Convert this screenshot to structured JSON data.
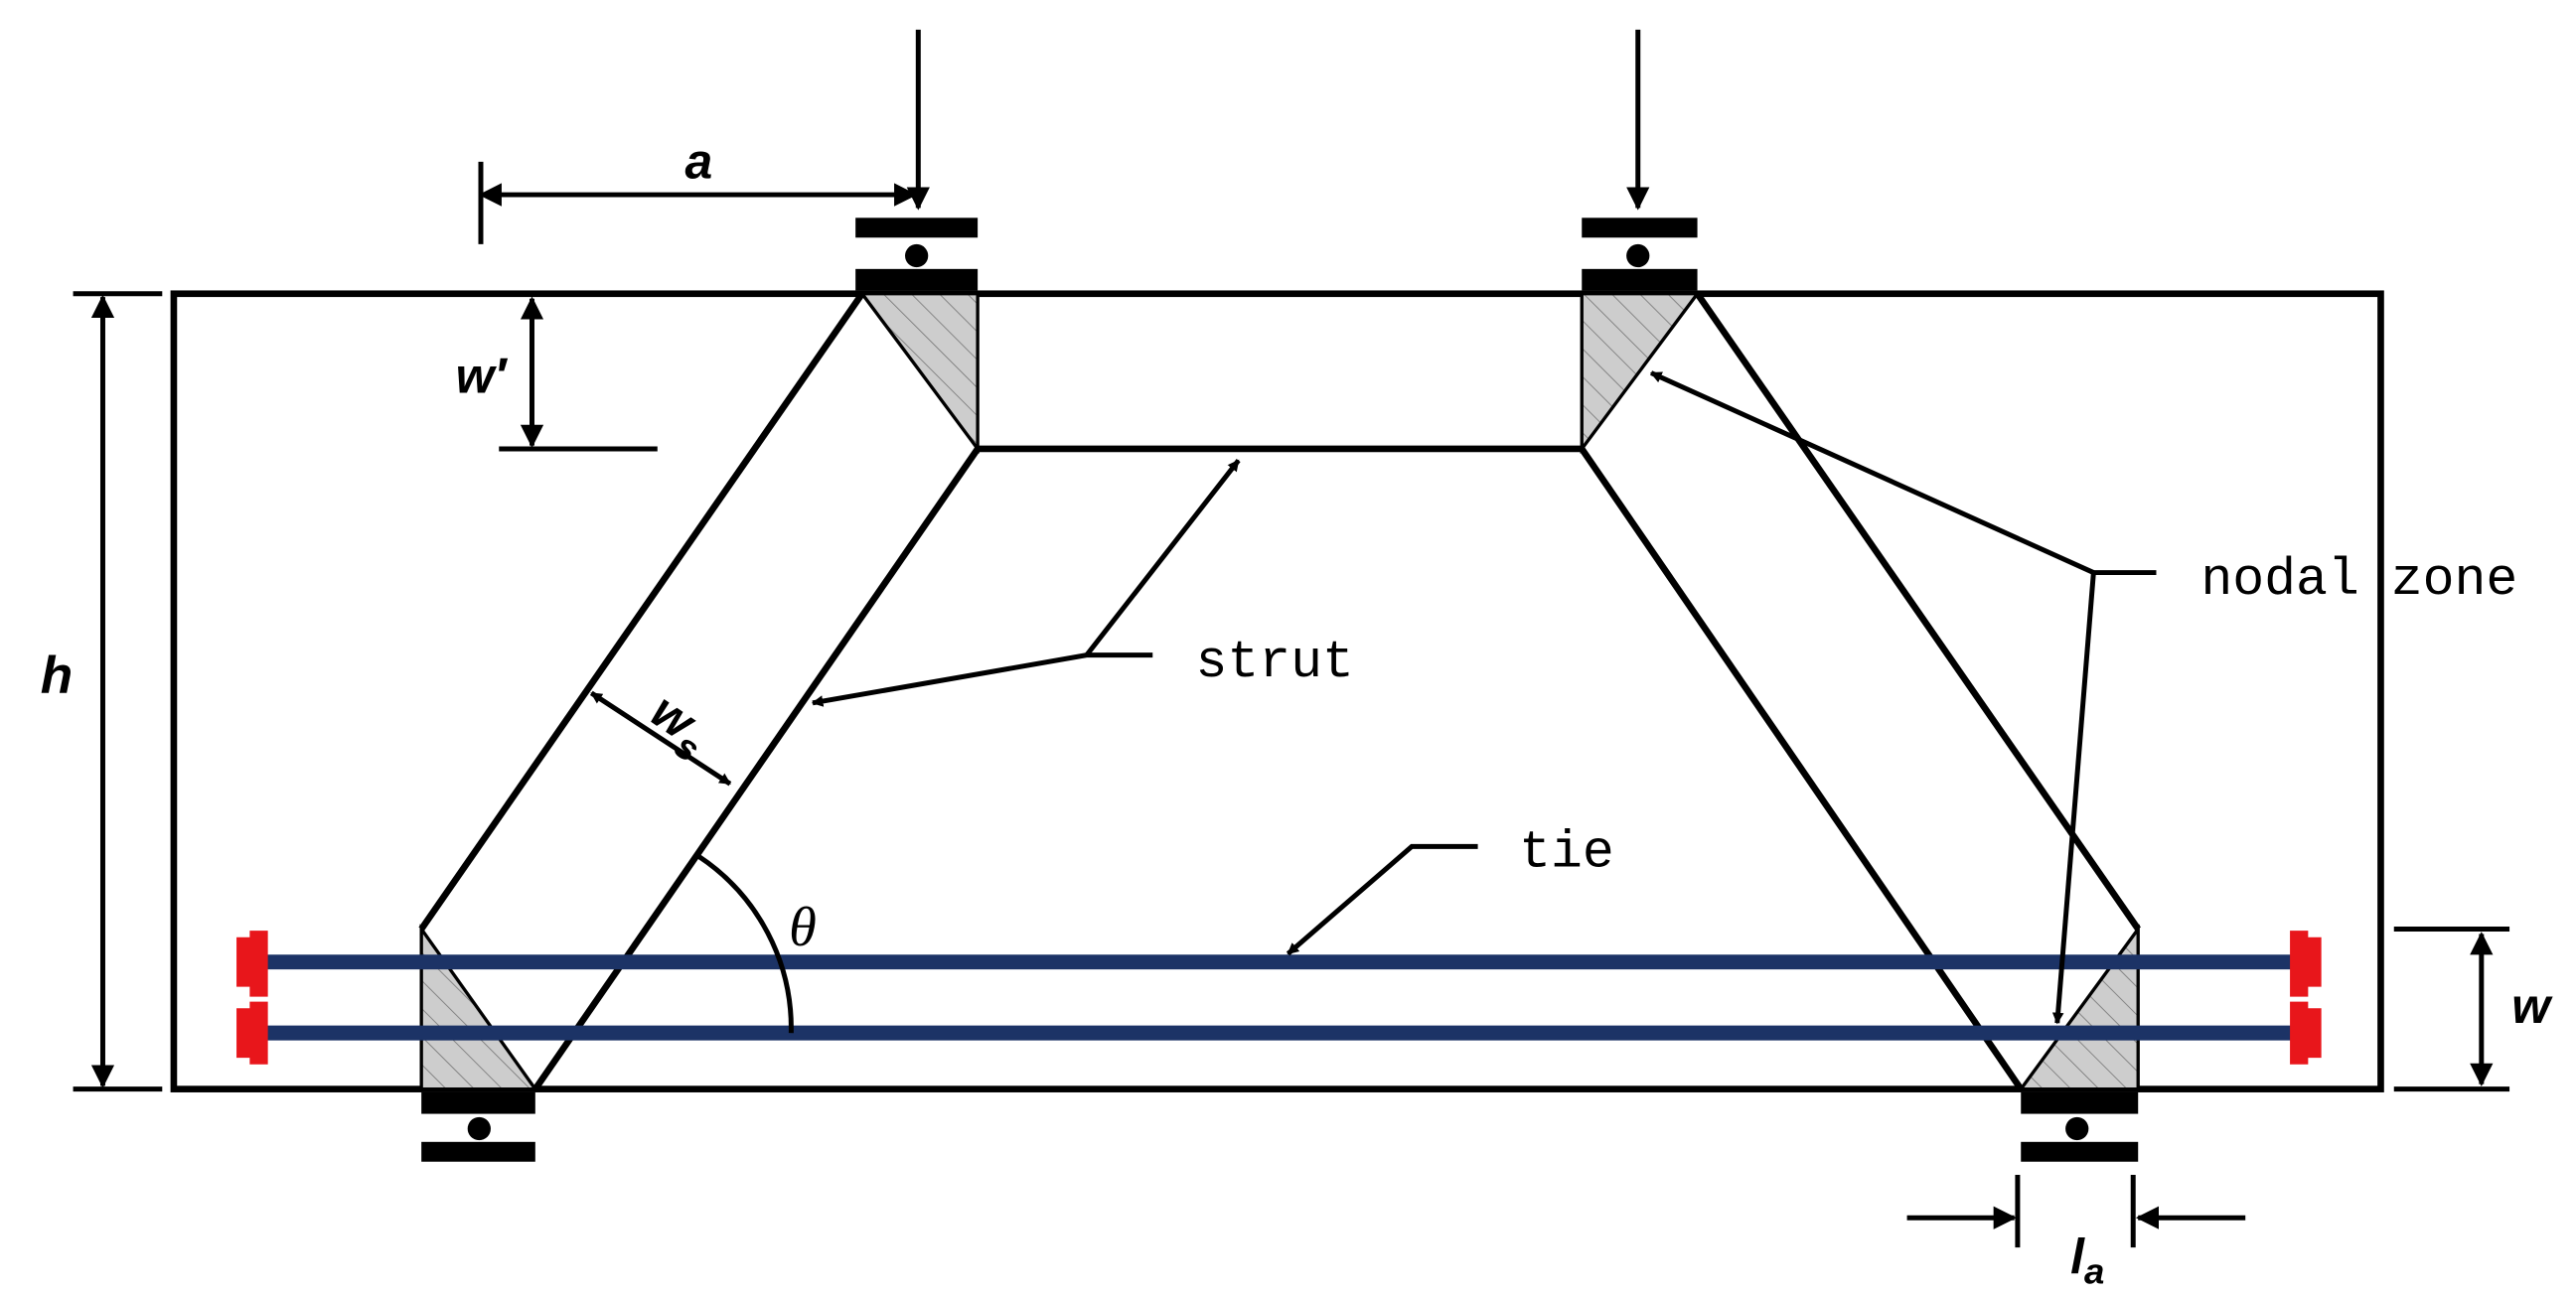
{
  "labels": {
    "a": "a",
    "h": "h",
    "w_prime": "w′",
    "w_s_main": "w",
    "w_s_sub": "s",
    "theta": "θ",
    "w": "w",
    "l_a_main": "l",
    "l_a_sub": "a",
    "strut": "strut",
    "tie": "tie",
    "nodal_zone": "nodal zone"
  },
  "colors": {
    "line": "#000000",
    "node_fill": "#cdcdcd",
    "tie_bar": "#1c3366",
    "anchor": "#e8161b"
  }
}
